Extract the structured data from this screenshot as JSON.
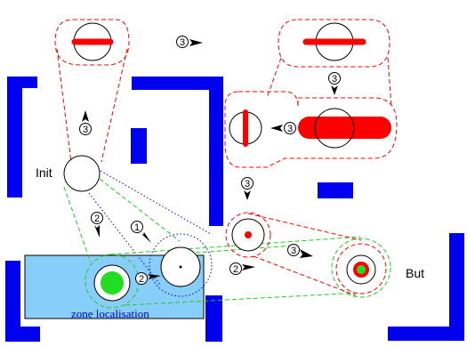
{
  "labels": {
    "init": "Init",
    "goal": "But",
    "zone": "zone localisation"
  },
  "step_markers": [
    {
      "id": "top-center",
      "num": "3"
    },
    {
      "id": "top-right",
      "num": "3"
    },
    {
      "id": "left",
      "num": "3"
    },
    {
      "id": "mid-right-bar",
      "num": "3"
    },
    {
      "id": "center-right",
      "num": "3"
    },
    {
      "id": "lower-right",
      "num": "3"
    },
    {
      "id": "left-2",
      "num": "2"
    },
    {
      "id": "center-1",
      "num": "1"
    },
    {
      "id": "zone-2",
      "num": "2"
    },
    {
      "id": "lower-center-2",
      "num": "2"
    }
  ],
  "colors": {
    "wall": "#0000ee",
    "red": "#ff0000",
    "green": "#22dd22",
    "blue_dotted": "#0000ee",
    "zone_fill": "#87cefa"
  }
}
